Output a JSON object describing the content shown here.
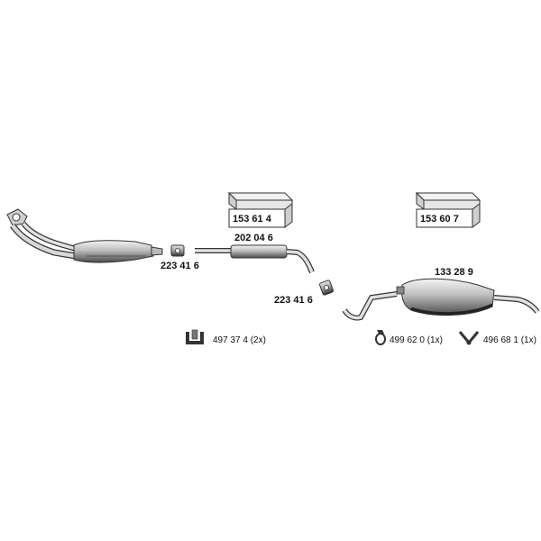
{
  "boxes": {
    "box_a": "153 61 4",
    "box_b": "153 60 7"
  },
  "parts": {
    "middle_pipe": "202 04 6",
    "clamp_upper": "223 41 6",
    "clamp_lower": "223 41 6",
    "rear_silencer": "133 28 9"
  },
  "accessories": {
    "mount_a": "497 37 4 (2x)",
    "mount_b": "499 62 0  (1x)",
    "mount_c": "496 68 1 (1x)"
  }
}
